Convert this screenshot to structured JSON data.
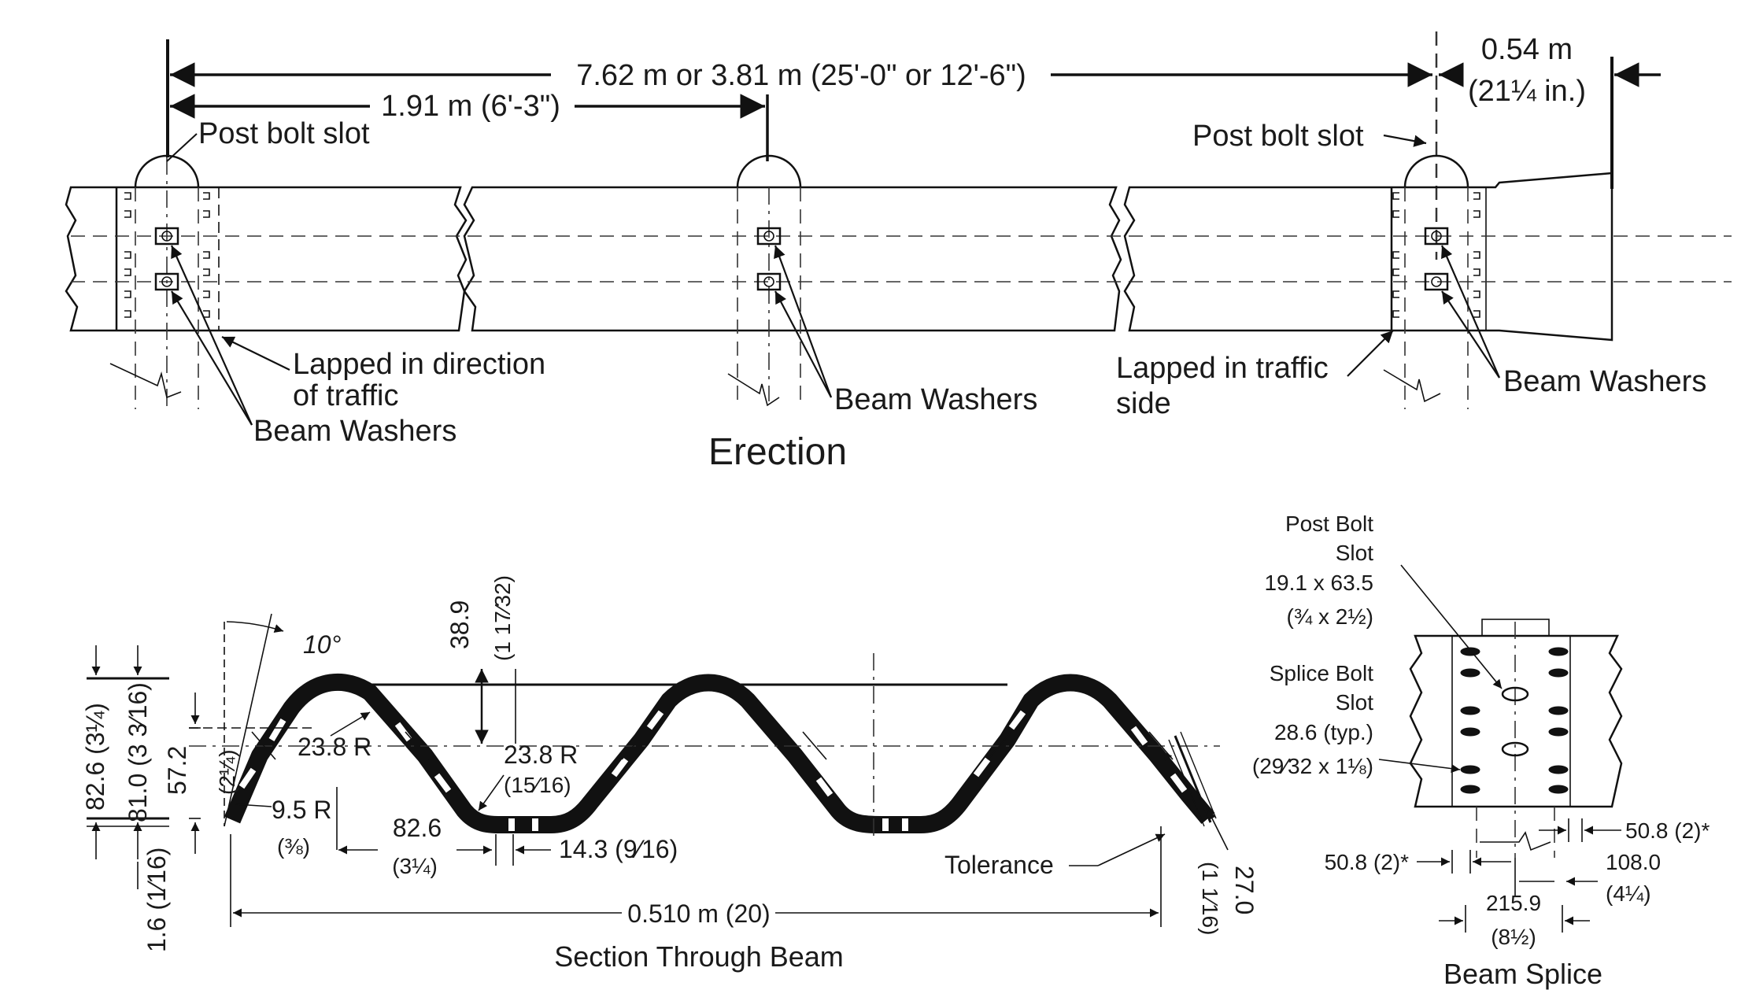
{
  "erection": {
    "title": "Erection",
    "dim_total": "7.62 m or 3.81 m (25'-0\" or 12'-6\")",
    "dim_post": "1.91 m (6'-3\")",
    "dim_end": "0.54 m",
    "dim_end_in": "(21¼  in.)",
    "post_bolt_slot_left": "Post bolt slot",
    "post_bolt_slot_right": "Post bolt slot",
    "lapped_direction_l1": "Lapped in direction",
    "lapped_direction_l2": "of traffic",
    "lapped_traffic_l1": "Lapped in traffic",
    "lapped_traffic_l2": "side",
    "beam_washers_left": "Beam Washers",
    "beam_washers_mid": "Beam Washers",
    "beam_washers_right": "Beam Washers"
  },
  "section": {
    "title": "Section Through Beam",
    "angle": "10°",
    "d_38_9": "38.9",
    "d_38_9_frac": "(1 17⁄32)",
    "r_23_8_left": "23.8 R",
    "r_23_8_mid": "23.8 R",
    "r_23_8_mid_frac": "(15⁄16)",
    "r_9_5": "9.5 R",
    "r_9_5_frac": "(⅜)",
    "d_82_6_bottom": "82.6",
    "d_82_6_bottom_frac": "(3¼)",
    "d_14_3": "14.3 (9⁄16)",
    "d_82_6_left": "82.6 (3¼)",
    "d_81_0": "81.0 (3 3⁄16)",
    "d_57_2": "57.2",
    "d_57_2_frac": "(2¼)",
    "d_1_6": "1.6 (1⁄16)",
    "tolerance": "Tolerance",
    "d_27_0": "27.0",
    "d_27_0_frac": "(1 1⁄16)",
    "width": "0.510 m (20)"
  },
  "splice": {
    "title": "Beam Splice",
    "post_bolt_l1": "Post Bolt",
    "post_bolt_l2": "Slot",
    "post_bolt_l3": "19.1 x 63.5",
    "post_bolt_l4": "(¾ x 2½)",
    "splice_bolt_l1": "Splice Bolt",
    "splice_bolt_l2": "Slot",
    "splice_bolt_l3": "28.6 (typ.)",
    "splice_bolt_l4": "(29⁄32 x 1⅛)",
    "d_50_8_right": "50.8 (2)*",
    "d_50_8_left": "50.8 (2)*",
    "d_108_0": "108.0",
    "d_108_0_frac": "(4¼)",
    "d_215_9": "215.9",
    "d_215_9_frac": "(8½)"
  }
}
